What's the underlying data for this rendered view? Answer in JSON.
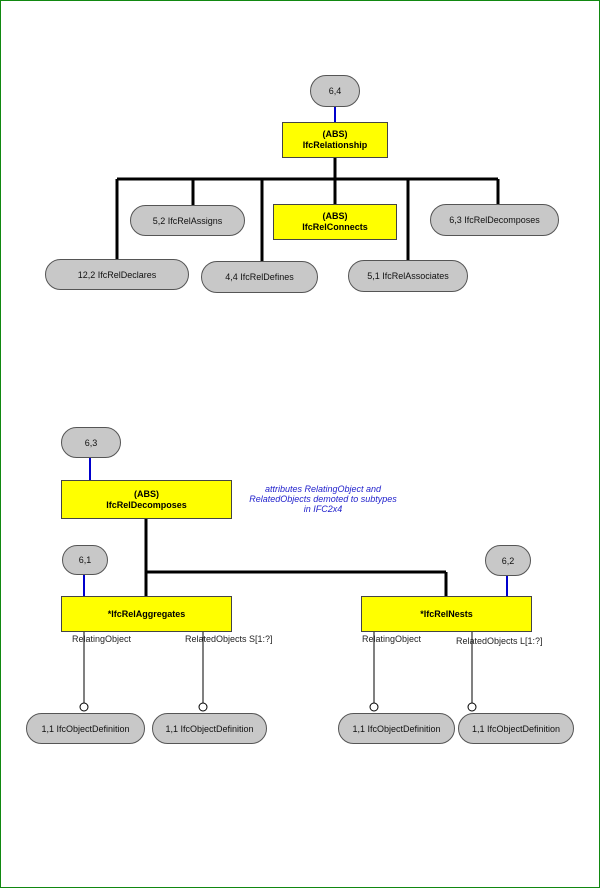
{
  "top": {
    "ref": "6,4",
    "entity": {
      "abs": "(ABS)",
      "name": "IfcRelationship"
    },
    "subtypes": {
      "assigns": "5,2 IfcRelAssigns",
      "connects": {
        "abs": "(ABS)",
        "name": "IfcRelConnects"
      },
      "decomposes": "6,3 IfcRelDecomposes",
      "declares": "12,2 IfcRelDeclares",
      "defines": "4,4 IfcRelDefines",
      "associates": "5,1 IfcRelAssociates"
    }
  },
  "bottom": {
    "ref": "6,3",
    "entity": {
      "abs": "(ABS)",
      "name": "IfcRelDecomposes"
    },
    "note": [
      "attributes RelatingObject and",
      "RelatedObjects demoted to subtypes",
      "in IFC2x4"
    ],
    "aggregates": {
      "ref": "6,1",
      "name": "*IfcRelAggregates",
      "attr1": "RelatingObject",
      "attr2": "RelatedObjects S[1:?]",
      "target1": "1,1 IfcObjectDefinition",
      "target2": "1,1 IfcObjectDefinition"
    },
    "nests": {
      "ref": "6,2",
      "name": "*IfcRelNests",
      "attr1": "RelatingObject",
      "attr2": "RelatedObjects L[1:?]",
      "target1": "1,1 IfcObjectDefinition",
      "target2": "1,1 IfcObjectDefinition"
    }
  },
  "colors": {
    "border": "#118811",
    "entity": "#ffff00",
    "pill": "#c8c8c8",
    "ref_link": "#0000cc",
    "note": "#2222cc"
  }
}
